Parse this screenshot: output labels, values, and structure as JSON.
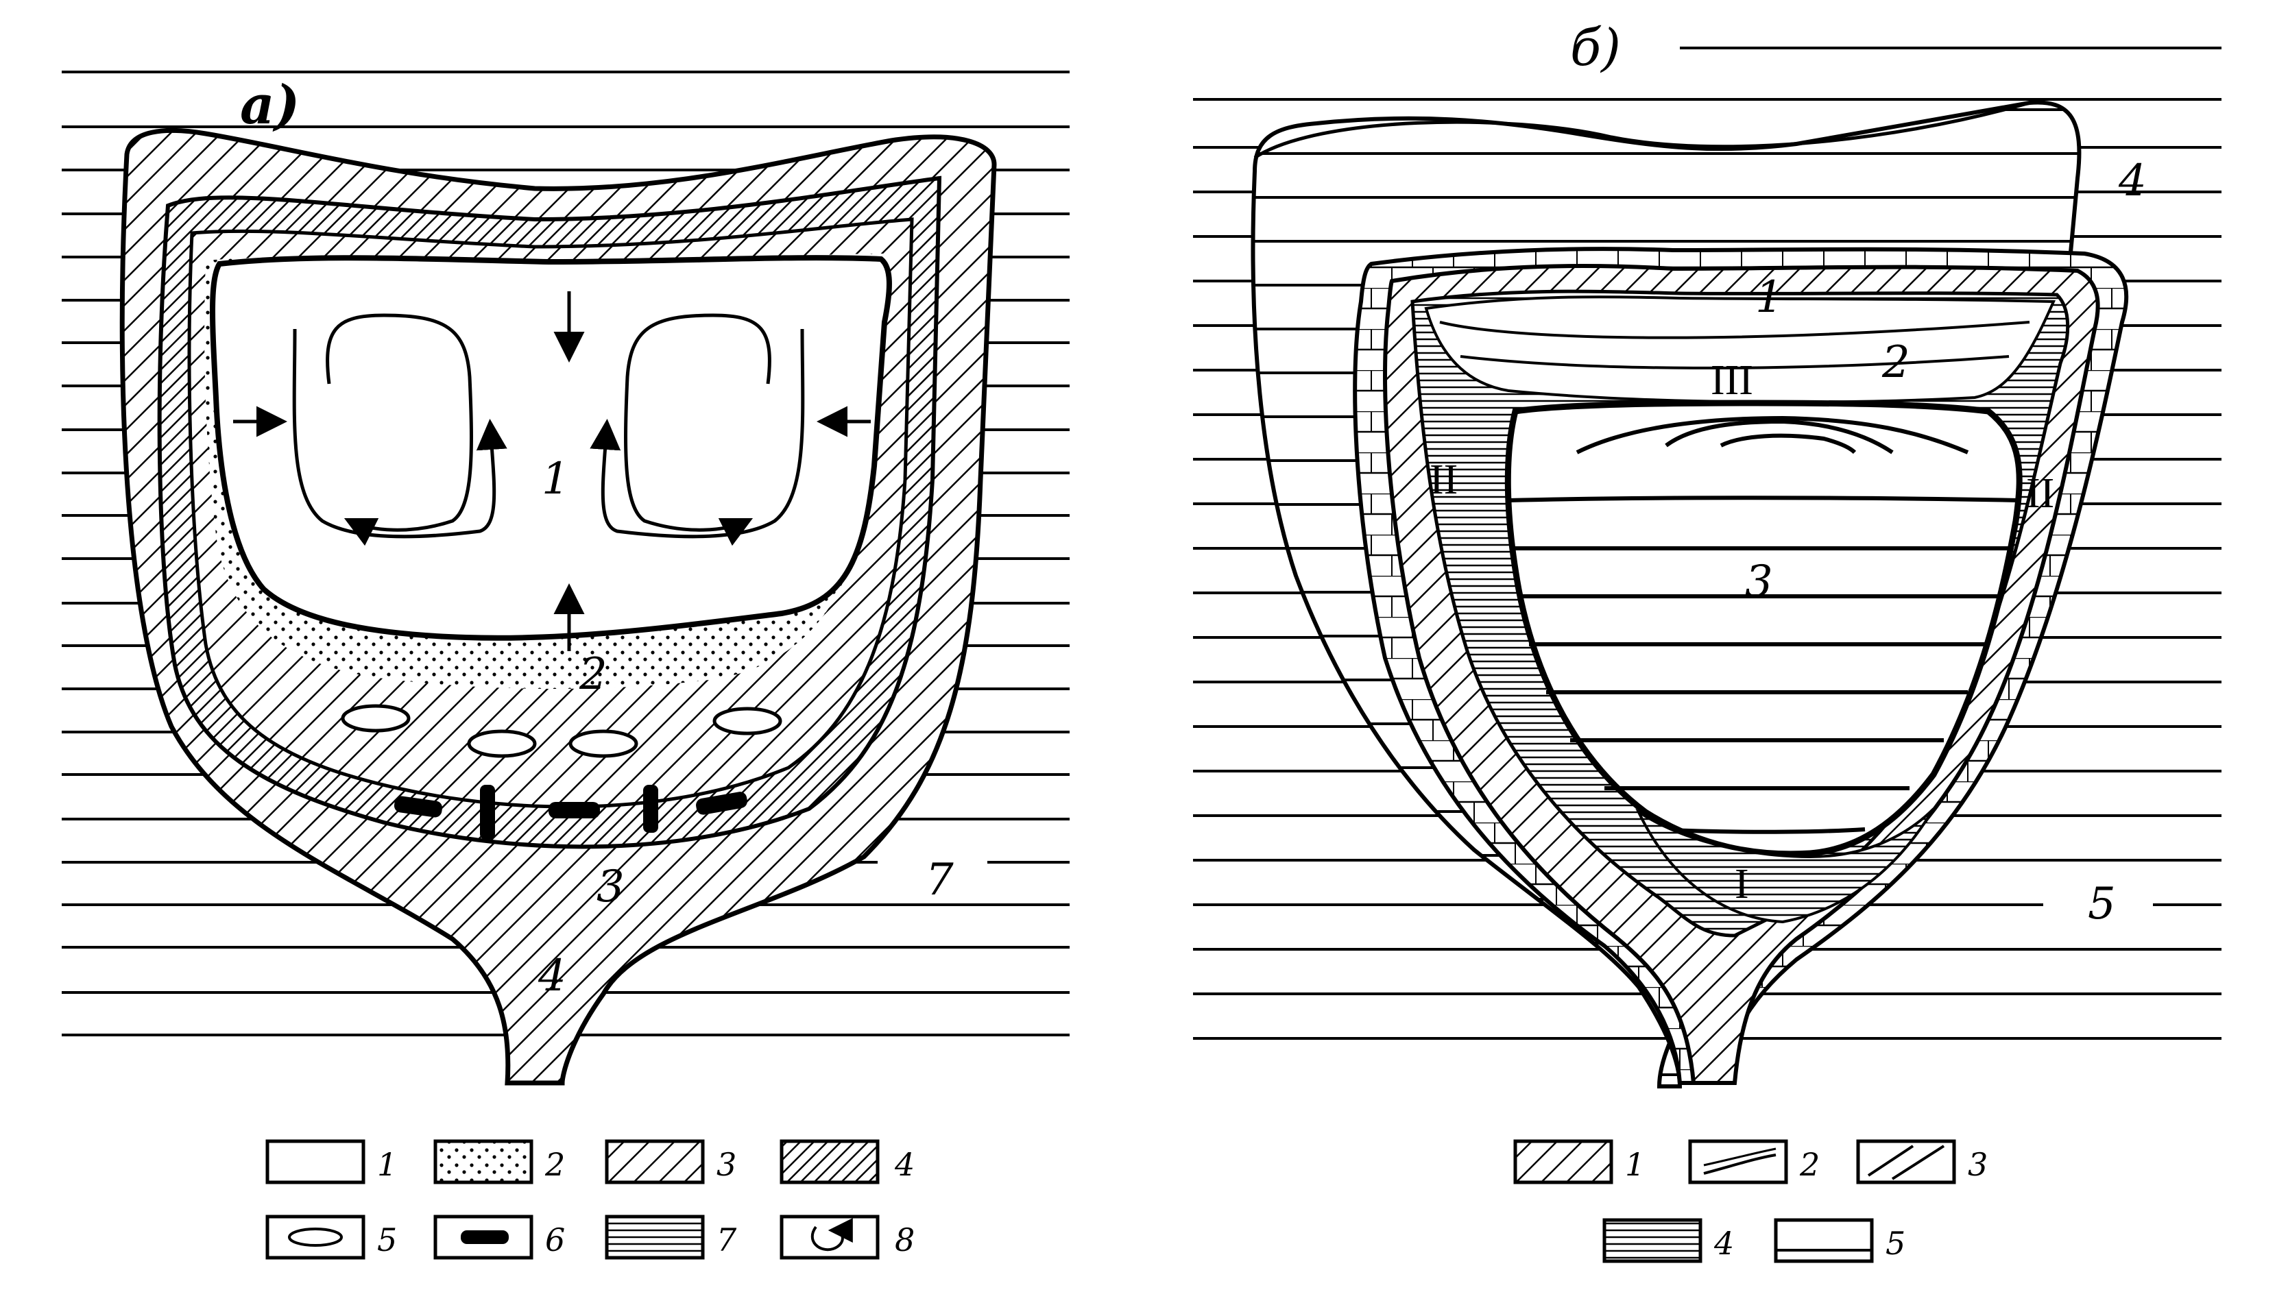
{
  "panel_a": {
    "title": "a)",
    "zone_labels": [
      "1",
      "2",
      "3",
      "4",
      "7"
    ],
    "legend": [
      "1",
      "2",
      "3",
      "4",
      "5",
      "6",
      "7",
      "8"
    ]
  },
  "panel_b": {
    "title": "б)",
    "zone_labels": [
      "1",
      "2",
      "3",
      "4",
      "5"
    ],
    "roman_labels": [
      "I",
      "II",
      "II",
      "III"
    ],
    "legend": [
      "1",
      "2",
      "3",
      "4",
      "5"
    ]
  }
}
